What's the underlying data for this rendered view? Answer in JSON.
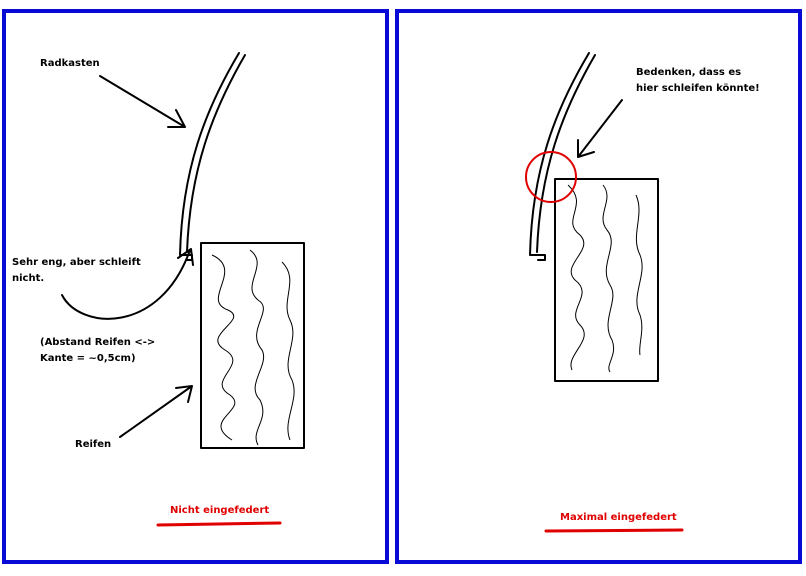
{
  "colors": {
    "frame": "#0a0ad6",
    "accent": "#e00000"
  },
  "left_panel": {
    "label_radkasten": "Radkasten",
    "label_tight_1": "Sehr eng, aber schleift",
    "label_tight_2": "nicht.",
    "label_distance_1": "(Abstand Reifen <->",
    "label_distance_2": "Kante = ~0,5cm)",
    "label_reifen": "Reifen",
    "caption": "Nicht eingefedert"
  },
  "right_panel": {
    "note_1": "Bedenken, dass es",
    "note_2": "hier schleifen könnte!",
    "caption": "Maximal eingefedert"
  }
}
